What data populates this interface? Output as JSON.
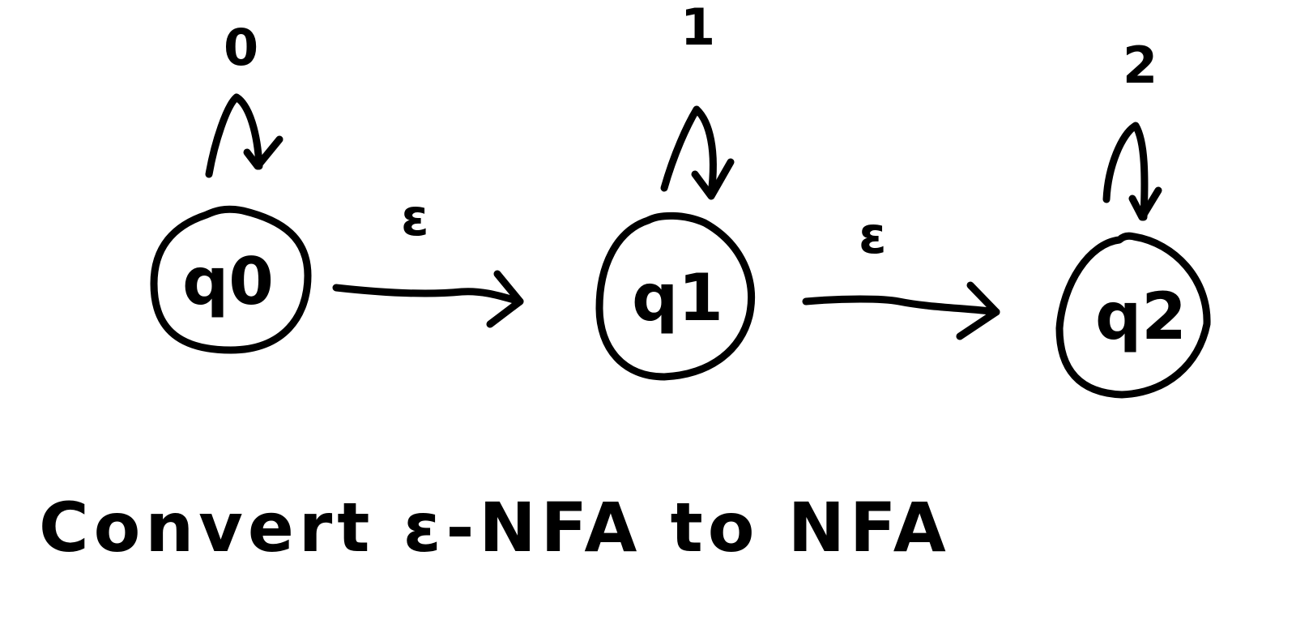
{
  "diagram": {
    "type": "epsilon-nfa",
    "caption": "Convert ε-NFA to NFA",
    "states": [
      {
        "id": "q0",
        "label": "q0",
        "self_loop_label": "0"
      },
      {
        "id": "q1",
        "label": "q1",
        "self_loop_label": "1"
      },
      {
        "id": "q2",
        "label": "q2",
        "self_loop_label": "2"
      }
    ],
    "transitions": [
      {
        "from": "q0",
        "to": "q1",
        "label": "ε"
      },
      {
        "from": "q1",
        "to": "q2",
        "label": "ε"
      }
    ],
    "colors": {
      "ink": "#000000",
      "background": "#ffffff"
    }
  }
}
